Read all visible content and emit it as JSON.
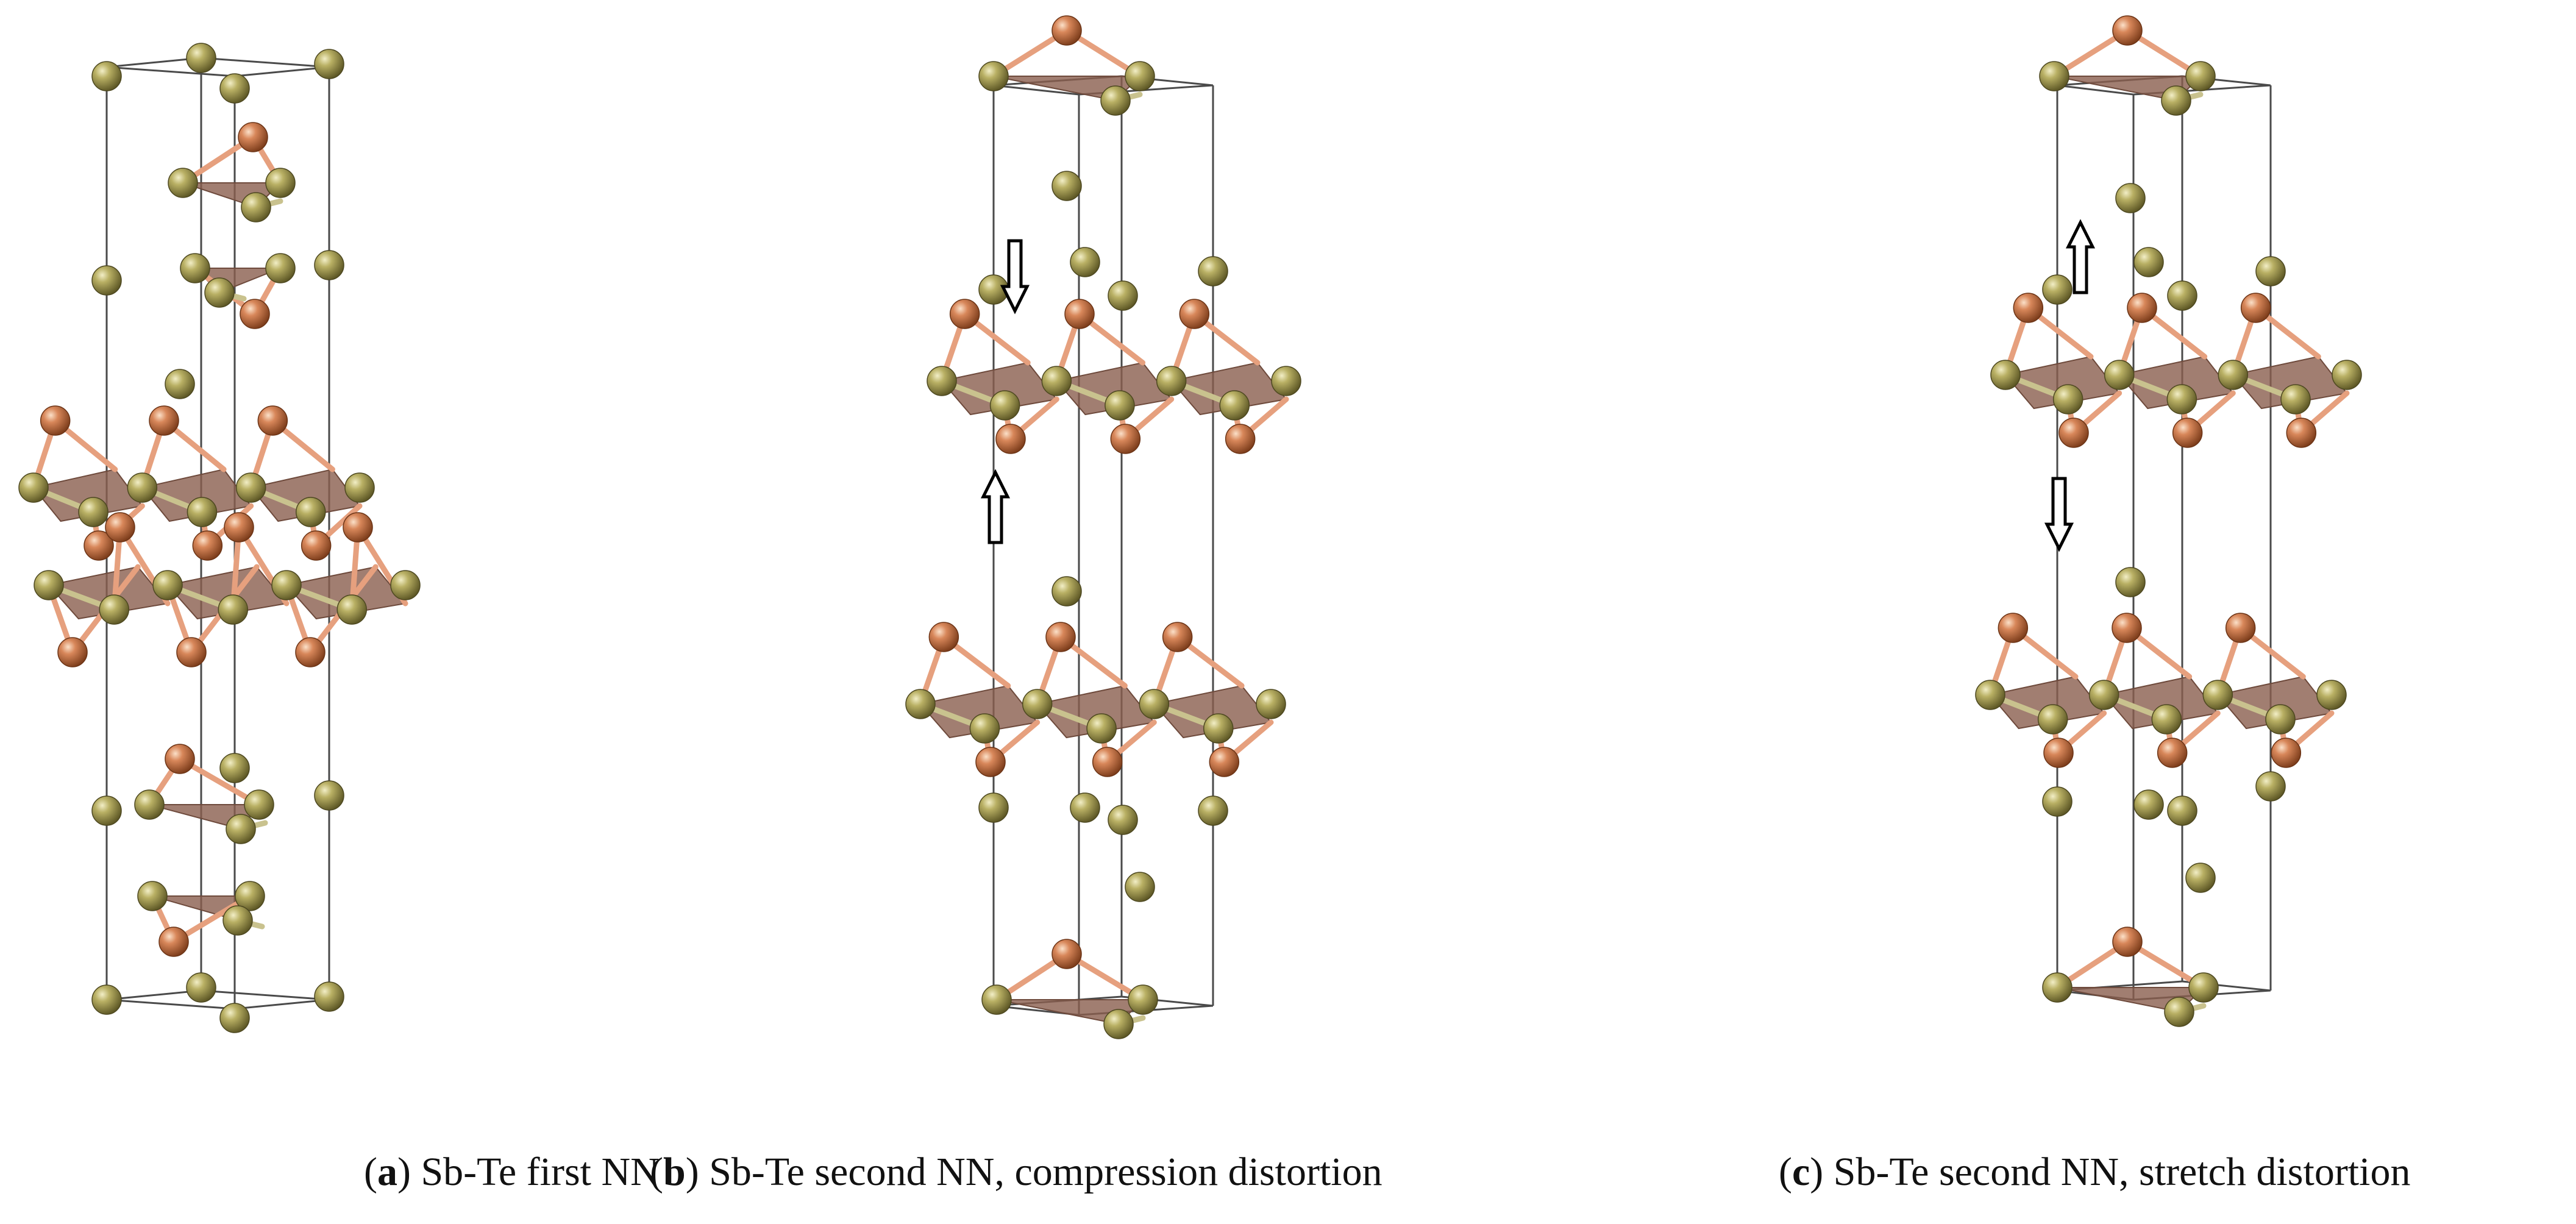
{
  "colors": {
    "te_atom": "#a39a4f",
    "sb_atom": "#c8744a",
    "bond_te": "#c9c28e",
    "bond_sb": "#e6a07e",
    "octa_face": "#8a5e4d",
    "cell_edge": "#4a4a4a",
    "arrow": "#000000"
  },
  "atom_legend": {
    "te": "olive-sphere",
    "sb": "copper-sphere"
  },
  "panels": [
    {
      "letter": "a",
      "text": "Sb-Te first NN"
    },
    {
      "letter": "b",
      "text": "Sb-Te second NN, compression distortion"
    },
    {
      "letter": "c",
      "text": "Sb-Te second NN, stretch distortion"
    }
  ],
  "arrows": {
    "b": [
      "down-arrow-above-layer",
      "up-arrow-below-layer"
    ],
    "c": [
      "up-arrow-above-layer",
      "down-arrow-below-layer"
    ]
  }
}
